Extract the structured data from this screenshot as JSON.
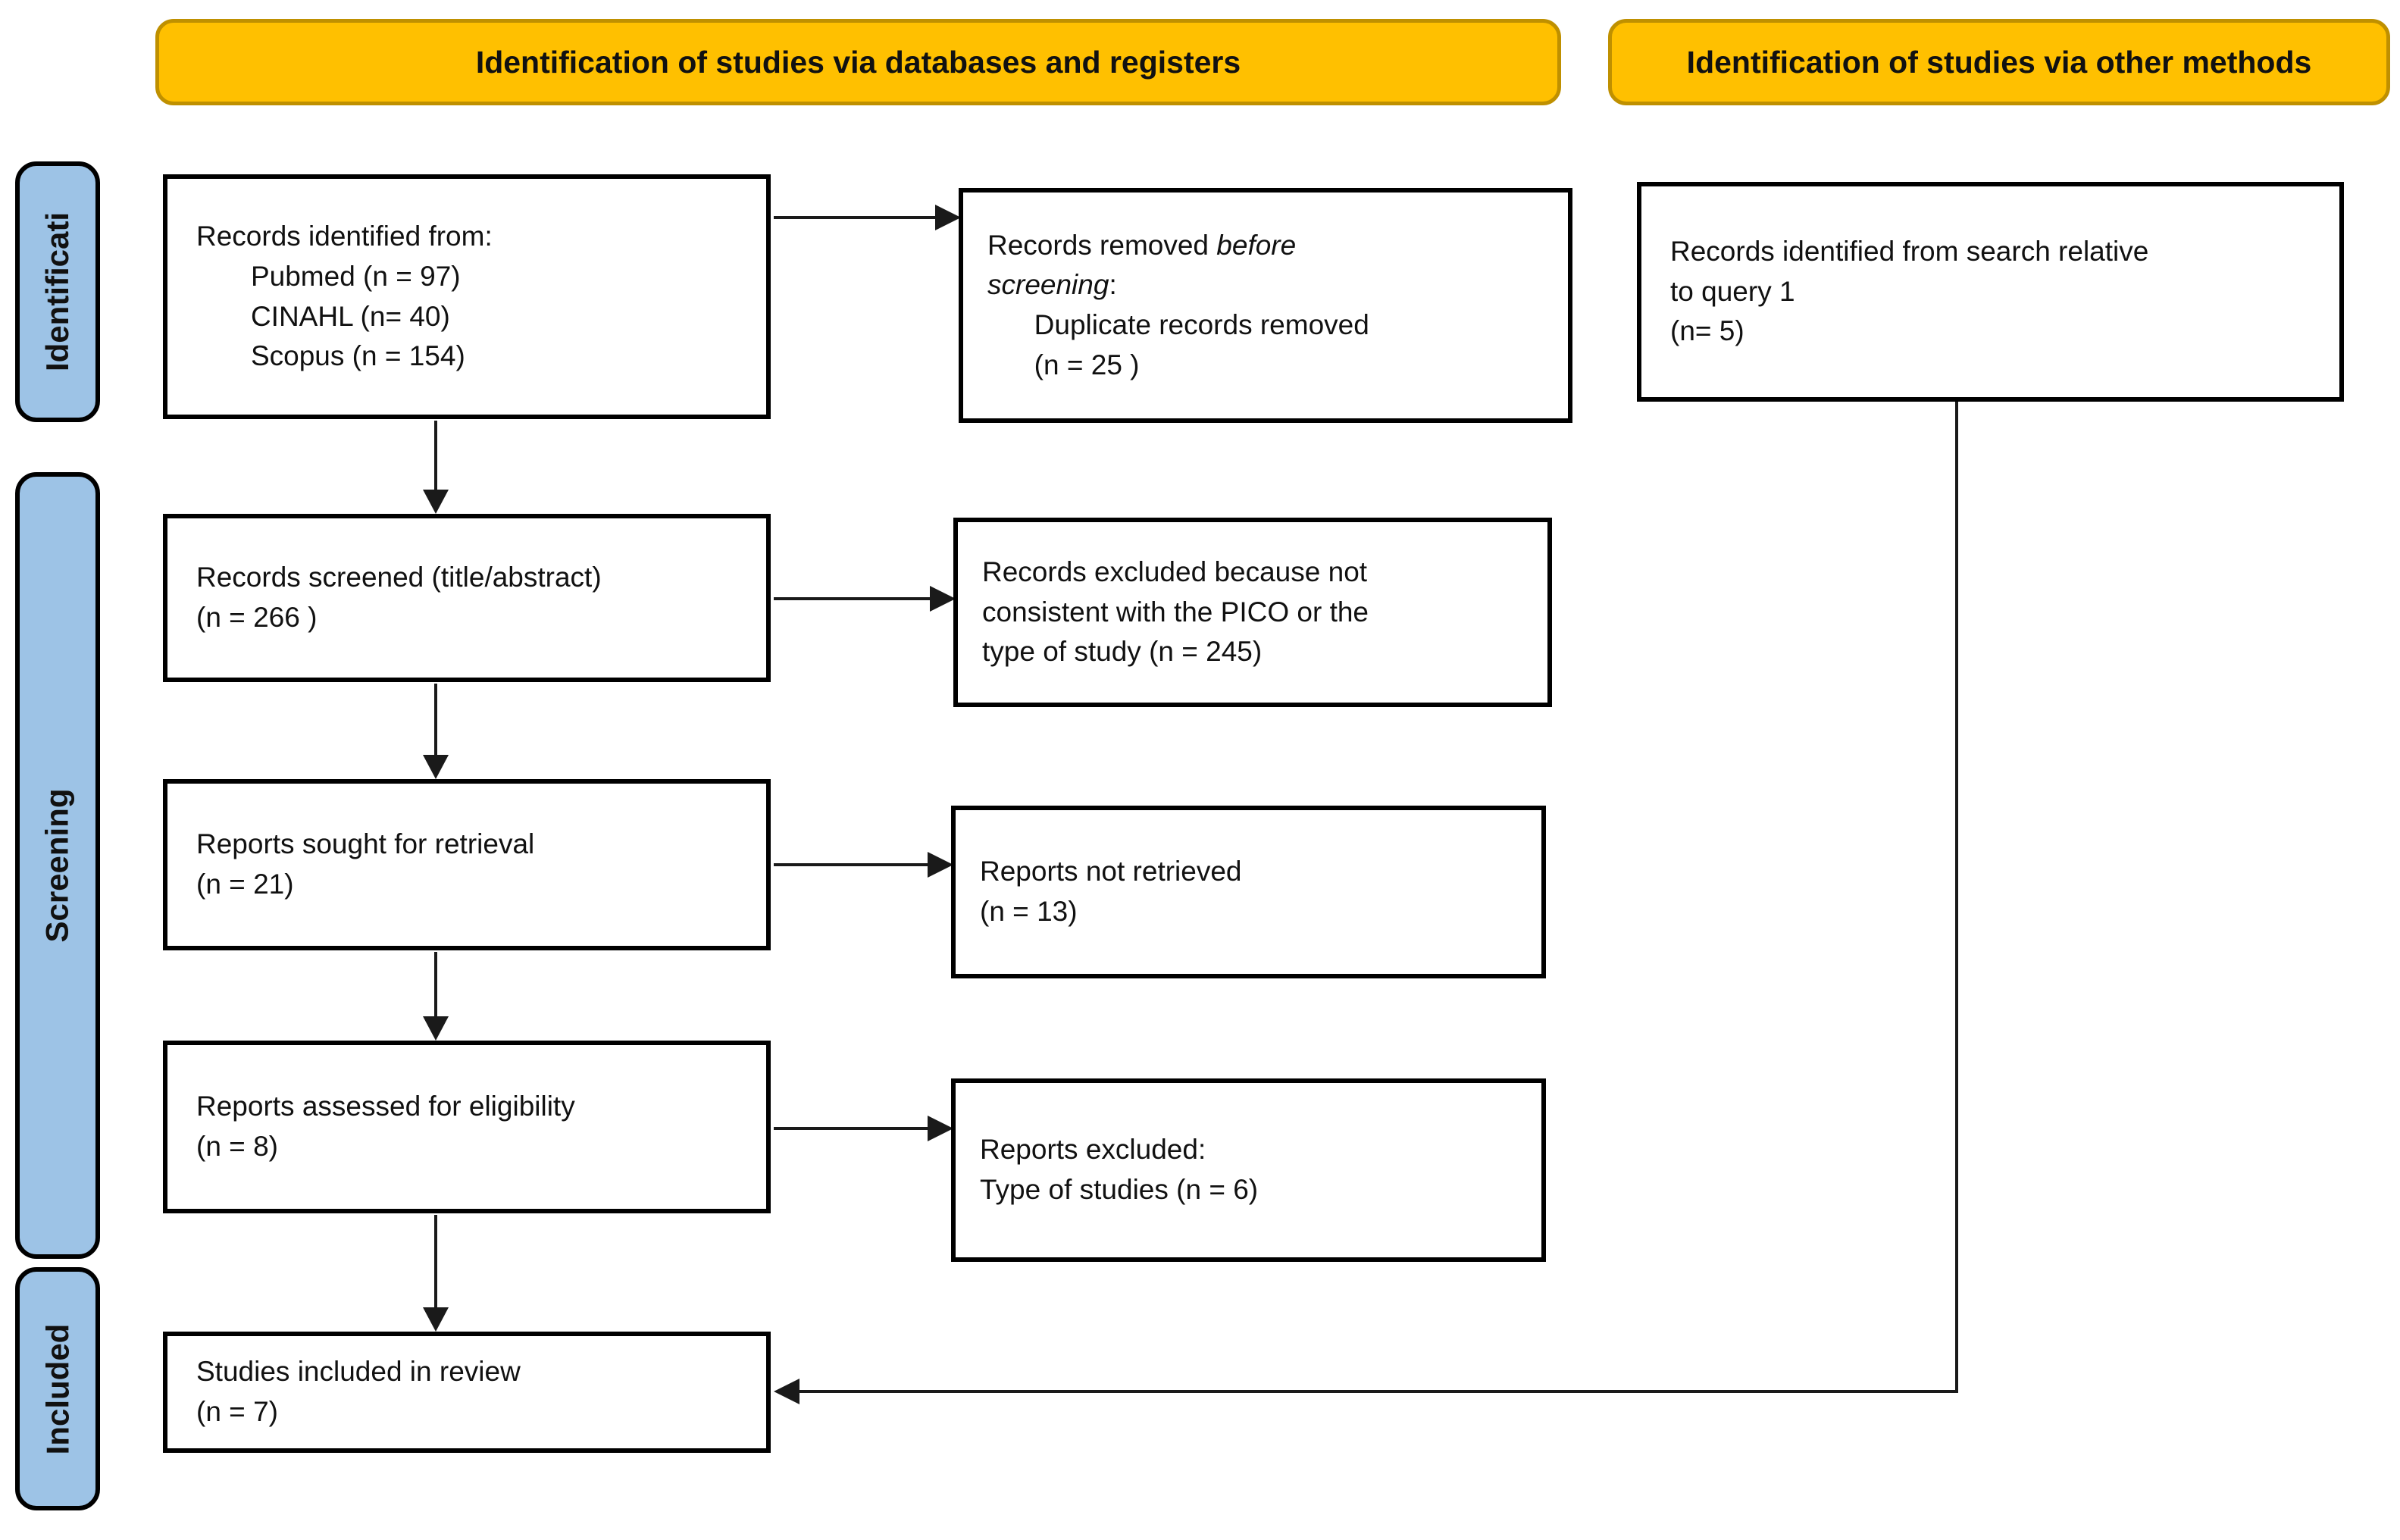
{
  "colors": {
    "header-fill": "#FFC000",
    "header-border": "#BF9000",
    "side-fill": "#9DC3E6",
    "side-border": "#000000",
    "box-border": "#000000",
    "arrow": "#1A1A1A"
  },
  "headers": {
    "databases": "Identification of studies via databases and registers",
    "other_methods": "Identification of studies via other methods"
  },
  "side_labels": {
    "identification": "Identificati",
    "screening": "Screening",
    "included": "Included"
  },
  "boxes": {
    "records_identified": "Records identified from:\n       Pubmed (n = 97)\n       CINAHL (n= 40)\n       Scopus (n = 154)",
    "records_removed": {
      "line1_normal": "Records removed ",
      "line1_italic": "before",
      "line2_italic": "screening",
      "line2_normal": ":",
      "detail": "      Duplicate records removed\n      (n = 25 )"
    },
    "other_identified": "Records identified from search relative\nto query 1\n(n= 5)",
    "records_screened": "Records screened (title/abstract)\n(n = 266 )",
    "records_excluded": "Records excluded because not\nconsistent with the PICO or the\ntype of study (n = 245)",
    "reports_sought": "Reports sought for retrieval\n(n = 21)",
    "reports_not_retrieved": "Reports not retrieved\n(n = 13)",
    "reports_assessed": "Reports assessed for eligibility\n(n = 8)",
    "reports_excluded": "Reports excluded:\nType of studies (n = 6)",
    "studies_included": "Studies included in review\n(n = 7)"
  }
}
